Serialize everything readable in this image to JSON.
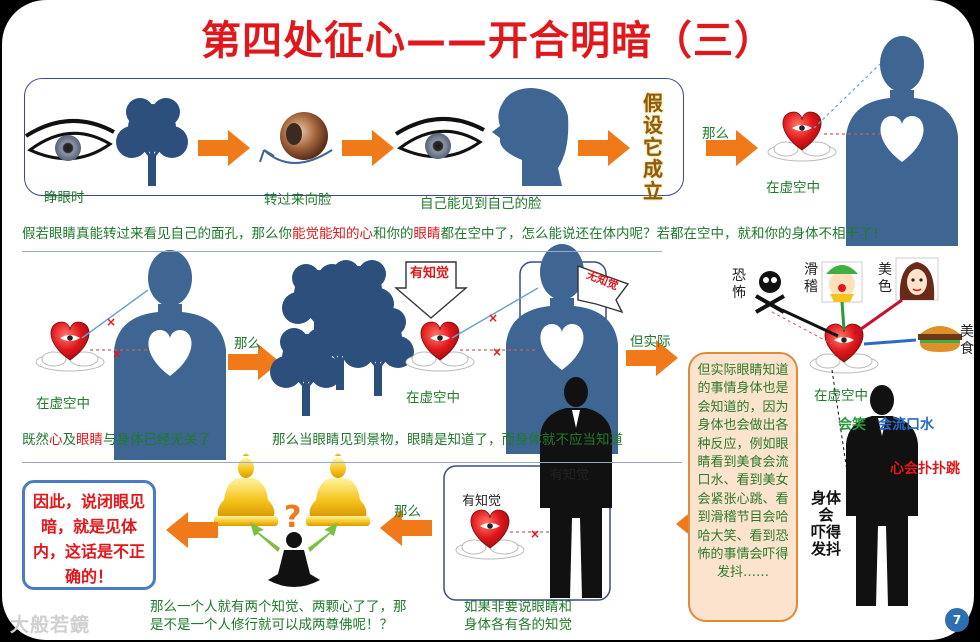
{
  "title": "第四处征心——开合明暗（三）",
  "row1": {
    "open_eye": "睁眼时",
    "turn_face": "转过来向脸",
    "see_own_face": "自己能见到自己的脸",
    "hypothesis": [
      "假",
      "设",
      "它",
      "成",
      "立"
    ],
    "then": "那么",
    "in_void": "在虚空中",
    "note_pre": "假若眼睛真能转过来看见自己的面孔，那么你",
    "note_hl1": "能觉能知的心",
    "note_mid1": "和你的",
    "note_hl2": "眼睛",
    "note_post": "都在空中了，怎么能说还在体内呢？若都在空中，就和你的身体不相干了！"
  },
  "row2": {
    "in_void_1": "在虚空中",
    "then": "那么",
    "aware": "有知觉",
    "in_void_2": "在虚空中",
    "unaware": "无知觉",
    "actually": "但实际",
    "note_left_pre": "既然",
    "note_left_hl1": "心",
    "note_left_mid": "及",
    "note_left_hl2": "眼睛",
    "note_left_post": "与身体已经无关了",
    "note_right": "那么当眼睛见到景物，眼睛是知道了，而身体就不应当知道",
    "fear": "恐怖",
    "comedy": "滑稽",
    "beauty": "美色",
    "food": "美食",
    "in_void_3": "在虚空中"
  },
  "explain": "但实际眼睛知道的事情身体也是会知道的，因为身体也会做出各种反应，例如眼睛看到美食会流口水、看到美女会紧张心跳、看到滑稽节目会哈哈大笑、看到恐怖的事情会吓得发抖……",
  "reactions": {
    "laugh": "会笑",
    "drool": "会流口水",
    "heart": "心会扑扑跳",
    "tremble": [
      "身",
      "体",
      "会",
      "吓",
      "得",
      "发",
      "抖"
    ]
  },
  "row3": {
    "conclusion": "因此，说闭眼见暗，就是见体内，这话是不正确的！",
    "then": "那么",
    "question_mark": "?",
    "aware_1": "有知觉",
    "aware_2": "有知觉",
    "note_left": [
      "那么一个人就有两个知觉、两颗心了了，那",
      "是不是一个人修行就可以成两尊佛呢！？"
    ],
    "note_right": [
      "如果非要说眼睛和",
      "身体各有各的知觉"
    ]
  },
  "logo": "大般若鏡",
  "page_number": "7",
  "colors": {
    "title": "#e0171b",
    "caption_green": "#1f7a2b",
    "arrow_orange": "#f07a1a",
    "heart_red": "#e0171b",
    "silhouette_blue": "#3f6592",
    "box_border": "#3b4a8c"
  }
}
